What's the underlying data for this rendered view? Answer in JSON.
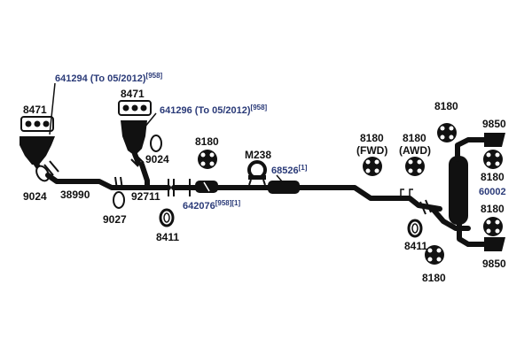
{
  "colors": {
    "ink": "#111111",
    "label_blue": "#2a3a78",
    "background": "#ffffff"
  },
  "labels": {
    "p641294": "641294 (To 05/2012)",
    "p641294_ref": "[958]",
    "p8471_left": "8471",
    "p8471_mid": "8471",
    "p641296": "641296 (To 05/2012)",
    "p641296_ref": "[958]",
    "p9024_left": "9024",
    "p9024_mid": "9024",
    "p38990": "38990",
    "p9027": "9027",
    "p92711": "92711",
    "p8180_mid": "8180",
    "p8411_left": "8411",
    "p642076": "642076",
    "p642076_ref": "[958][1]",
    "pM238": "M238",
    "p68526": "68526",
    "p68526_ref": "[1]",
    "p8180_fwd": "8180",
    "fwd": "(FWD)",
    "p8180_awd": "8180",
    "awd": "(AWD)",
    "p8180_top": "8180",
    "p9850_top": "9850",
    "p8180_r1": "8180",
    "p60002": "60002",
    "p8180_r2": "8180",
    "p8411_right": "8411",
    "p8180_bottom": "8180",
    "p9850_bottom": "9850"
  }
}
